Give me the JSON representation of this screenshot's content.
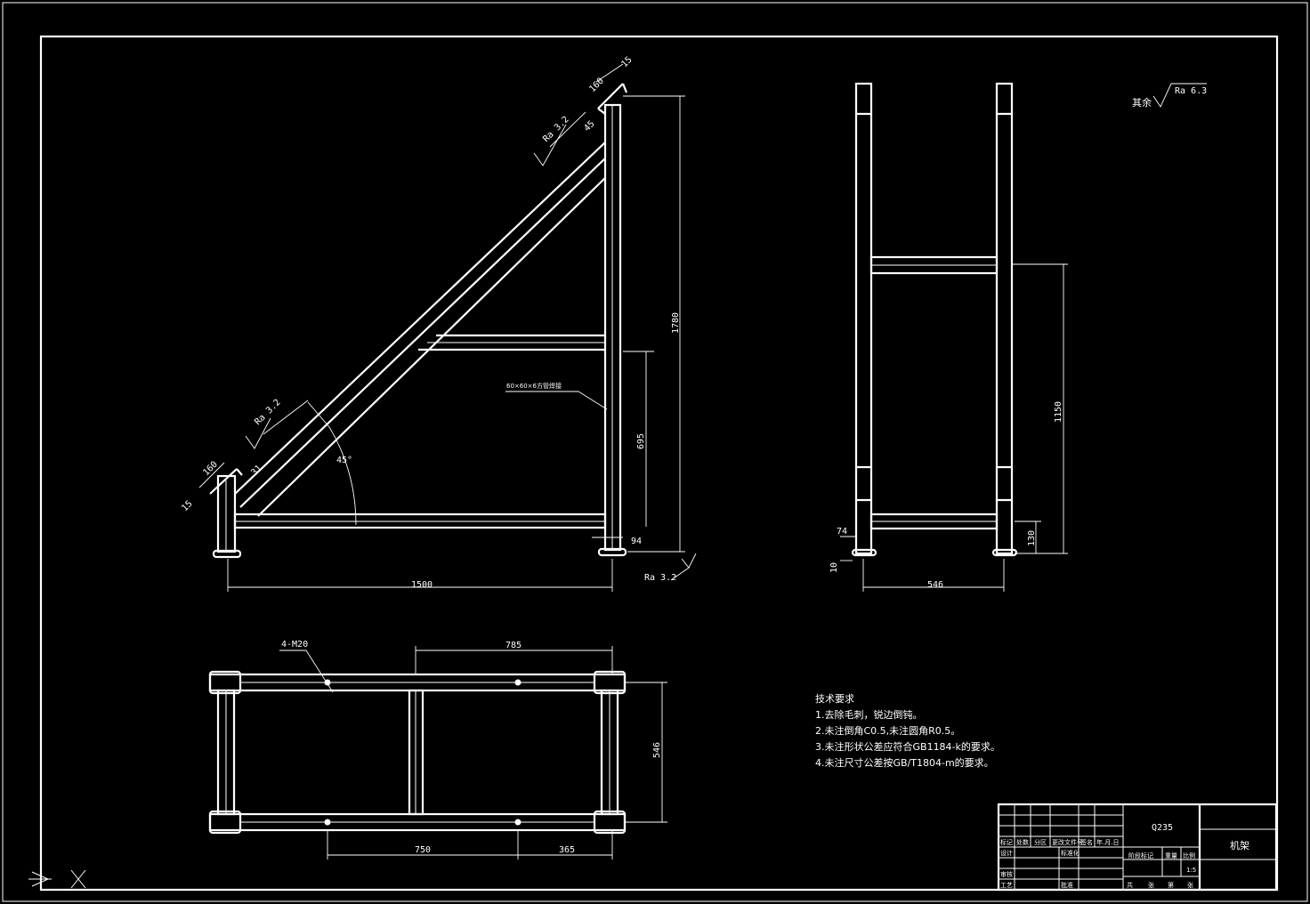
{
  "side_view": {
    "dim_1780": "1780",
    "dim_1500": "1500",
    "dim_695": "695",
    "dim_94": "94",
    "dim_15_top": "15",
    "dim_160_top": "160",
    "dim_45_top": "45",
    "dim_160_bot": "160",
    "dim_31": "31",
    "dim_15_bot": "15",
    "angle_45": "45°",
    "ra_top": "Ra 3.2",
    "ra_mid": "Ra 3.2",
    "ra_bottom": "Ra 3.2",
    "tube_note": "60×60×6方管焊接"
  },
  "front_view": {
    "dim_1150": "1150",
    "dim_546": "546",
    "dim_130": "130",
    "dim_74": "74",
    "dim_10": "10",
    "ra_rest_label": "其余",
    "ra_rest_value": "Ra 6.3"
  },
  "plan_view": {
    "hole_note": "4-M20",
    "dim_785": "785",
    "dim_546": "546",
    "dim_750": "750",
    "dim_365": "365"
  },
  "requirements": {
    "title": "技术要求",
    "items": [
      "1.去除毛刺，锐边倒钝。",
      "2.未注倒角C0.5,未注圆角R0.5。",
      "3.未注形状公差应符合GB1184-k的要求。",
      "4.未注尺寸公差按GB/T1804-m的要求。"
    ]
  },
  "title_block": {
    "material": "Q235",
    "part_name": "机架",
    "scale": "1:5",
    "col_labels": [
      "标记",
      "处数",
      "分区",
      "更改文件号",
      "签名",
      "年.月.日"
    ],
    "row_labels": [
      "设计",
      "标准化",
      "审核",
      "工艺",
      "批准"
    ],
    "stage_label": "阶段标记",
    "weight_label": "重量",
    "scale_label": "比例",
    "sheet_labels": [
      "共",
      "张",
      "第",
      "张"
    ]
  }
}
